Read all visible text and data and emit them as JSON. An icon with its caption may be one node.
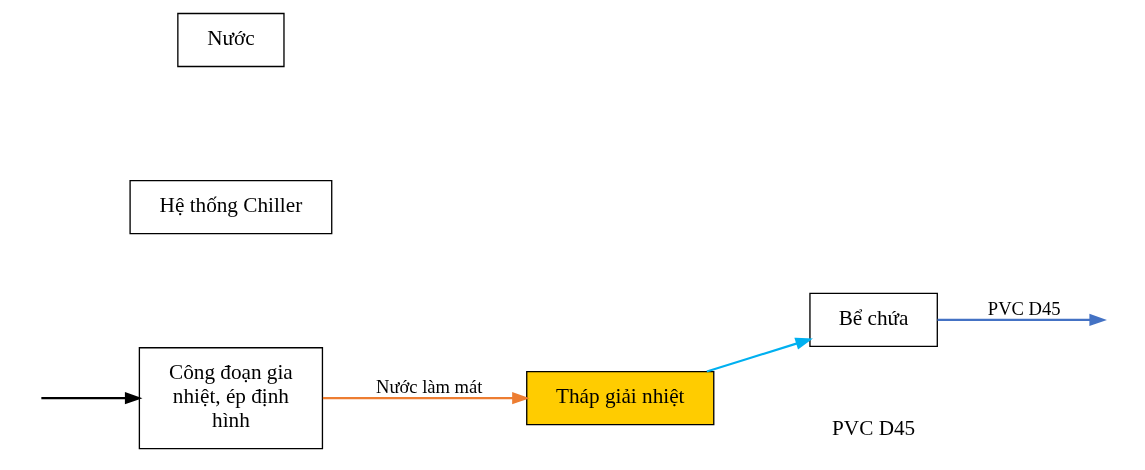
{
  "diagram": {
    "nodes": [
      {
        "text": [
          "Nước"
        ]
      },
      {
        "text": [
          "Hệ thống Chiller"
        ]
      },
      {
        "text": [
          "Công đoạn gia nhiệt, ép định hình"
        ]
      },
      {
        "text": [
          "Tháp giải nhiệt"
        ]
      },
      {
        "text": [
          "Bể chứa"
        ]
      }
    ],
    "edges": [
      {
        "from": 2,
        "to": 3,
        "arrow": "to",
        "label": "Nước làm mát",
        "color": "#ed7d31"
      },
      {
        "from": 3,
        "to": 4,
        "arrow": "to",
        "color": "#00b0f0"
      },
      {
        "from": 4,
        "to": null,
        "arrow": "to",
        "label": "PVC D45",
        "color": "#4472c4"
      },
      {
        "from": null,
        "to": 2,
        "arrow": "to",
        "color": "#000000"
      }
    ],
    "labels": [
      "PVC D45"
    ]
  }
}
